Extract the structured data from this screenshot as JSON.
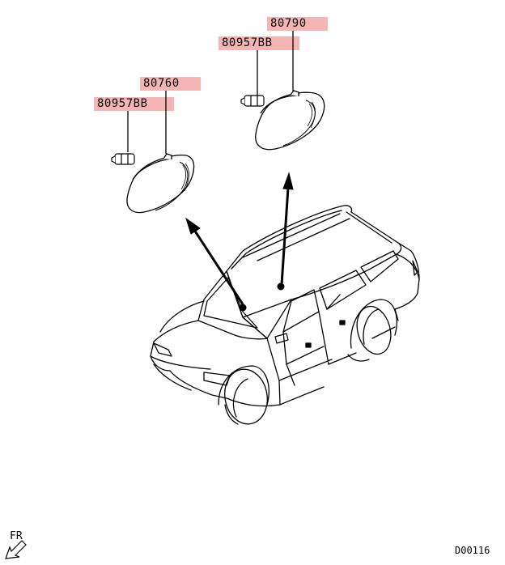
{
  "colors": {
    "callout_highlight": "#f5b5b5",
    "line": "#000000",
    "background": "#ffffff"
  },
  "callouts": [
    {
      "id": "c1",
      "text": "80790"
    },
    {
      "id": "c2",
      "text": "80957BB"
    },
    {
      "id": "c3",
      "text": "80760"
    },
    {
      "id": "c4",
      "text": "80957BB"
    }
  ],
  "footer": {
    "direction_label": "FR",
    "diagram_code": "D00116"
  }
}
